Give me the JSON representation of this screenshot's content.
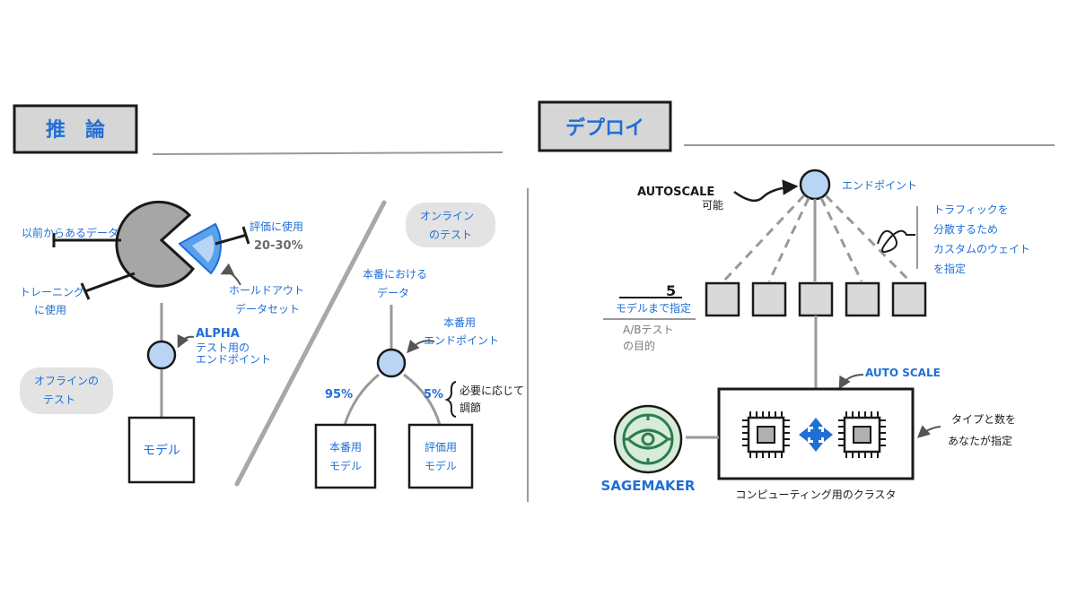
{
  "inference": {
    "title": "推　論",
    "pacman_left_label": "以前からあるデータ",
    "eval_label": "評価に使用",
    "eval_ratio": "20-30%",
    "training_label_1": "トレーニング",
    "training_label_2": "に使用",
    "holdout_label_1": "ホールドアウト",
    "holdout_label_2": "データセット",
    "alpha_title": "ALPHA",
    "alpha_line1": "テスト用の",
    "alpha_line2": "エンドポイント",
    "offline_1": "オフラインの",
    "offline_2": "テスト",
    "model_label": "モデル",
    "online_1": "オンライン",
    "online_2": "のテスト",
    "prod_data_1": "本番における",
    "prod_data_2": "データ",
    "prod_endpoint_1": "本番用",
    "prod_endpoint_2": "エンドポイント",
    "split_left": "95%",
    "split_right": "5%",
    "split_note_1": "必要に応じて",
    "split_note_2": "調節",
    "prod_model_1": "本番用",
    "prod_model_2": "モデル",
    "eval_model_1": "評価用",
    "eval_model_2": "モデル"
  },
  "deploy": {
    "title": "デプロイ",
    "endpoint_label": "エンドポイント",
    "autoscale_label": "AUTOSCALE",
    "autoscale_sub": "可能",
    "traffic_1": "トラフィックを",
    "traffic_2": "分散するため",
    "traffic_3": "カスタムのウェイト",
    "traffic_4": "を指定",
    "model_count": "5",
    "model_count_note": "モデルまで指定",
    "ab_1": "A/Bテスト",
    "ab_2": "の目的",
    "auto_scale_label": "AUTO SCALE",
    "sagemaker_label": "SAGEMAKER",
    "cluster_label": "コンピューティング用のクラスタ",
    "type_1": "タイプと数を",
    "type_2": "あなたが指定"
  },
  "colors": {
    "accent_blue": "#1f6fd6",
    "node_fill": "#b9d5f5",
    "box_gray": "#d9d9d9",
    "pacman_gray": "#a6a6a6",
    "sagemaker_green": "#2e7d4f"
  }
}
